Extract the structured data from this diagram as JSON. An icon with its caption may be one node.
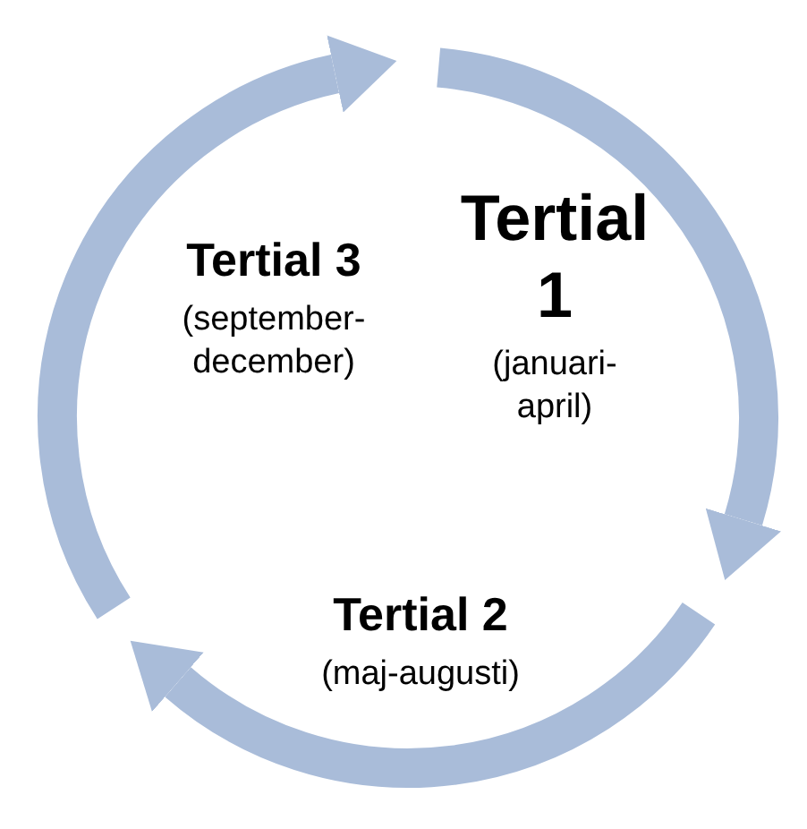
{
  "diagram": {
    "nodes": [
      {
        "text": [
          "Tertial 1",
          "(januari-april)"
        ]
      },
      {
        "text": [
          "Tertial 3",
          "(september-december)"
        ]
      },
      {
        "text": [
          "Tertial 2",
          "(maj-augusti)"
        ]
      }
    ]
  }
}
